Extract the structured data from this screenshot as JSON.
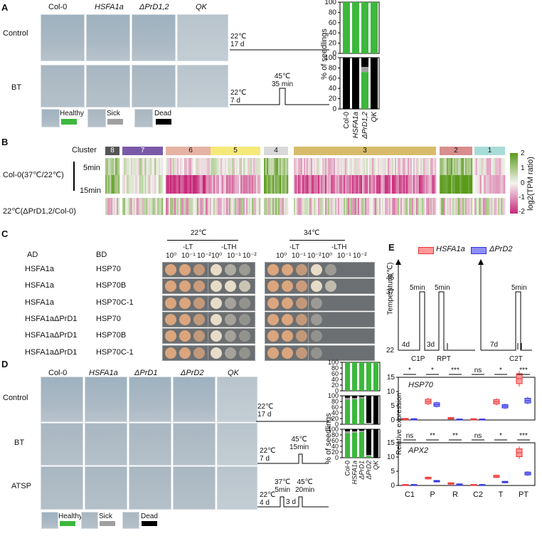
{
  "panel_letters": [
    "A",
    "B",
    "C",
    "D",
    "E"
  ],
  "a": {
    "genotypes": [
      "Col-0",
      "HSFA1a",
      "ΔPrD1,2",
      "QK"
    ],
    "rows": [
      "Control",
      "BT"
    ],
    "schemes": {
      "control": "22℃\n17 d",
      "bt_base": "22℃\n7 d",
      "bt_heat": "45℃\n35 min"
    },
    "legend": [
      "Healthy",
      "Sick",
      "Dead"
    ],
    "ylabel": "% of seedlings",
    "yticks": [
      "0",
      "20",
      "40",
      "60",
      "80",
      "100"
    ]
  },
  "b": {
    "cluster_label": "Cluster",
    "clusters": [
      "8",
      "7",
      "6",
      "5",
      "4",
      "3",
      "2",
      "1"
    ],
    "cluster_colors": [
      "#555555",
      "#7a5aa8",
      "#e6b3a3",
      "#f6e97a",
      "#d9d9d9",
      "#d8bb6a",
      "#d98d8d",
      "#a8dcd8"
    ],
    "row_group": "Col-0(37℃/22℃)",
    "row_5": "5min",
    "row_15": "15min",
    "row_3": "22℃(ΔPrD1,2/Col-0)",
    "scale_label": "log2(TPM ratio)",
    "scale_ticks": [
      "2",
      "1",
      "0",
      "-1",
      "-2"
    ]
  },
  "c": {
    "temp1": "22℃",
    "temp2": "34℃",
    "hdr_ad": "AD",
    "hdr_bd": "BD",
    "dil": [
      "10⁰",
      "10⁻¹",
      "10⁻²"
    ],
    "sel": [
      "-LT",
      "-LTH"
    ],
    "rows": [
      {
        "ad": "HSFA1a",
        "bd": "HSP70"
      },
      {
        "ad": "HSFA1a",
        "bd": "HSP70B"
      },
      {
        "ad": "HSFA1a",
        "bd": "HSP70C-1"
      },
      {
        "ad": "HSFA1aΔPrD1",
        "bd": "HSP70"
      },
      {
        "ad": "HSFA1aΔPrD1",
        "bd": "HSP70B"
      },
      {
        "ad": "HSFA1aΔPrD1",
        "bd": "HSP70C-1"
      }
    ]
  },
  "d": {
    "genotypes": [
      "Col-0",
      "HSFA1a",
      "ΔPrD1",
      "ΔPrD2",
      "QK"
    ],
    "rows": [
      "Control",
      "BT",
      "ATSP"
    ],
    "schemes": {
      "control": "22℃\n17 d",
      "bt_base": "22℃\n7 d",
      "bt_heat": "45℃\n15min",
      "atsp_base": "22℃\n4 d",
      "atsp_prime": "37℃\n5min",
      "atsp_rec": "3 d",
      "atsp_heat": "45℃\n20min"
    },
    "legend": [
      "Healthy",
      "Sick",
      "Dead"
    ],
    "ylabel": "% of seedlings",
    "yticks": [
      "0",
      "20",
      "40",
      "60",
      "80",
      "100"
    ],
    "xlabels": [
      "Col-0",
      "HSFA1a",
      "ΔPrD1",
      "ΔPrD2",
      "QK"
    ]
  },
  "e": {
    "legend": [
      "HSFA1a",
      "ΔPrD2"
    ],
    "ylabel_temp": "Temperature(℃)",
    "temp_ticks": [
      "45",
      "37",
      "22"
    ],
    "scheme_labels": {
      "d4": "4d",
      "d3": "3d",
      "d7": "7d",
      "m1": "5min",
      "m2": "5min",
      "m3": "5min",
      "c1p": "C1P",
      "rpt": "RPT",
      "c2t": "C2T"
    },
    "ylabel_expr": "Relative expression",
    "genes": [
      "HSP70",
      "APX2"
    ],
    "xcats": [
      "C1",
      "P",
      "R",
      "C2",
      "T",
      "PT"
    ],
    "yticks": [
      "0",
      "5",
      "10",
      "15"
    ],
    "sig_hsp70": [
      "*",
      "*",
      "***",
      "ns",
      "*",
      "***"
    ],
    "sig_apx2": [
      "ns",
      "**",
      "**",
      "ns",
      "*",
      "***"
    ]
  },
  "colors": {
    "healthy": "#3cb83c",
    "sick": "#a0a0a0",
    "dead": "#000000",
    "hsfa1a": "#ee4444",
    "prd2": "#3333dd"
  },
  "chart_data": [
    {
      "type": "bar",
      "ylabel": "% of seedlings",
      "ylim": [
        0,
        100
      ],
      "categories": [
        "Col-0",
        "HSFA1a",
        "ΔPrD1,2",
        "QK"
      ],
      "series": [
        {
          "name": "Control Healthy",
          "values": [
            100,
            100,
            100,
            100
          ]
        },
        {
          "name": "BT Healthy",
          "values": [
            0,
            0,
            72,
            0
          ]
        },
        {
          "name": "BT Sick",
          "values": [
            0,
            0,
            10,
            0
          ]
        },
        {
          "name": "BT Dead",
          "values": [
            100,
            100,
            18,
            100
          ]
        }
      ]
    },
    {
      "type": "bar",
      "ylabel": "% of seedlings",
      "ylim": [
        0,
        100
      ],
      "categories": [
        "Col-0",
        "HSFA1a",
        "ΔPrD1",
        "ΔPrD2",
        "QK"
      ],
      "series": [
        {
          "name": "Control Healthy",
          "values": [
            100,
            100,
            100,
            100,
            100
          ]
        },
        {
          "name": "BT Healthy",
          "values": [
            85,
            88,
            90,
            0,
            0
          ]
        },
        {
          "name": "BT Sick",
          "values": [
            8,
            4,
            6,
            5,
            0
          ]
        },
        {
          "name": "BT Dead",
          "values": [
            7,
            8,
            4,
            95,
            100
          ]
        },
        {
          "name": "ATSP Healthy",
          "values": [
            85,
            88,
            90,
            5,
            0
          ]
        },
        {
          "name": "ATSP Sick",
          "values": [
            8,
            5,
            5,
            5,
            0
          ]
        },
        {
          "name": "ATSP Dead",
          "values": [
            7,
            7,
            5,
            90,
            100
          ]
        }
      ]
    },
    {
      "type": "box",
      "ylabel": "Relative expression",
      "ylim": [
        0,
        15
      ],
      "categories": [
        "C1",
        "P",
        "R",
        "C2",
        "T",
        "PT"
      ],
      "series": [
        {
          "name": "HSP70 HSFA1a",
          "values": [
            0.3,
            6.5,
            0.6,
            0.2,
            6.4,
            14.5
          ]
        },
        {
          "name": "HSP70 ΔPrD2",
          "values": [
            0.2,
            5.4,
            0.1,
            0.1,
            4.8,
            6.8
          ]
        },
        {
          "name": "APX2 HSFA1a",
          "values": [
            0.1,
            2.6,
            0.7,
            0.1,
            3.2,
            11.5
          ]
        },
        {
          "name": "APX2 ΔPrD2",
          "values": [
            0.1,
            1.5,
            0.3,
            0.1,
            1.2,
            4.2
          ]
        }
      ]
    }
  ]
}
